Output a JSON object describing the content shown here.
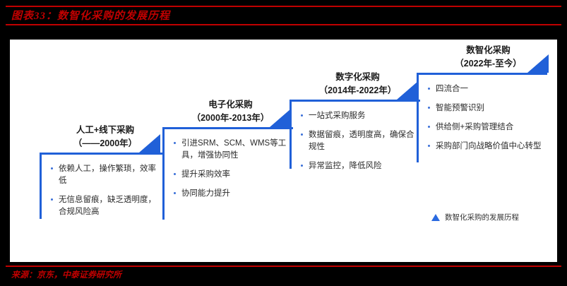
{
  "header": {
    "title": "图表33：数智化采购的发展历程",
    "accent_color": "#c00000"
  },
  "diagram": {
    "accent_color": "#2060d8",
    "stages": [
      {
        "name": "manual-offline-procurement",
        "title": "人工+线下采购",
        "period": "（——2000年）",
        "bullets": [
          "依赖人工，操作繁琐，效率低",
          "无信息留痕，缺乏透明度，合规风险高"
        ]
      },
      {
        "name": "electronic-procurement",
        "title": "电子化采购",
        "period": "（2000年-2013年）",
        "bullets": [
          "引进SRM、SCM、WMS等工具，增强协同性",
          "提升采购效率",
          "协同能力提升"
        ]
      },
      {
        "name": "digital-procurement",
        "title": "数字化采购",
        "period": "（2014年-2022年）",
        "bullets": [
          "一站式采购服务",
          "数据留痕，透明度高，确保合规性",
          "异常监控，降低风险"
        ]
      },
      {
        "name": "intelligent-digital-procurement",
        "title": "数智化采购",
        "period": "（2022年-至今）",
        "bullets": [
          "四流合一",
          "智能预警识别",
          "供给侧+采购管理结合",
          "采购部门向战略价值中心转型"
        ]
      }
    ],
    "legend": {
      "label": "数智化采购的发展历程",
      "marker_color": "#2a6ae0"
    }
  },
  "footer": {
    "source": "来源：京东，中泰证券研究所"
  }
}
